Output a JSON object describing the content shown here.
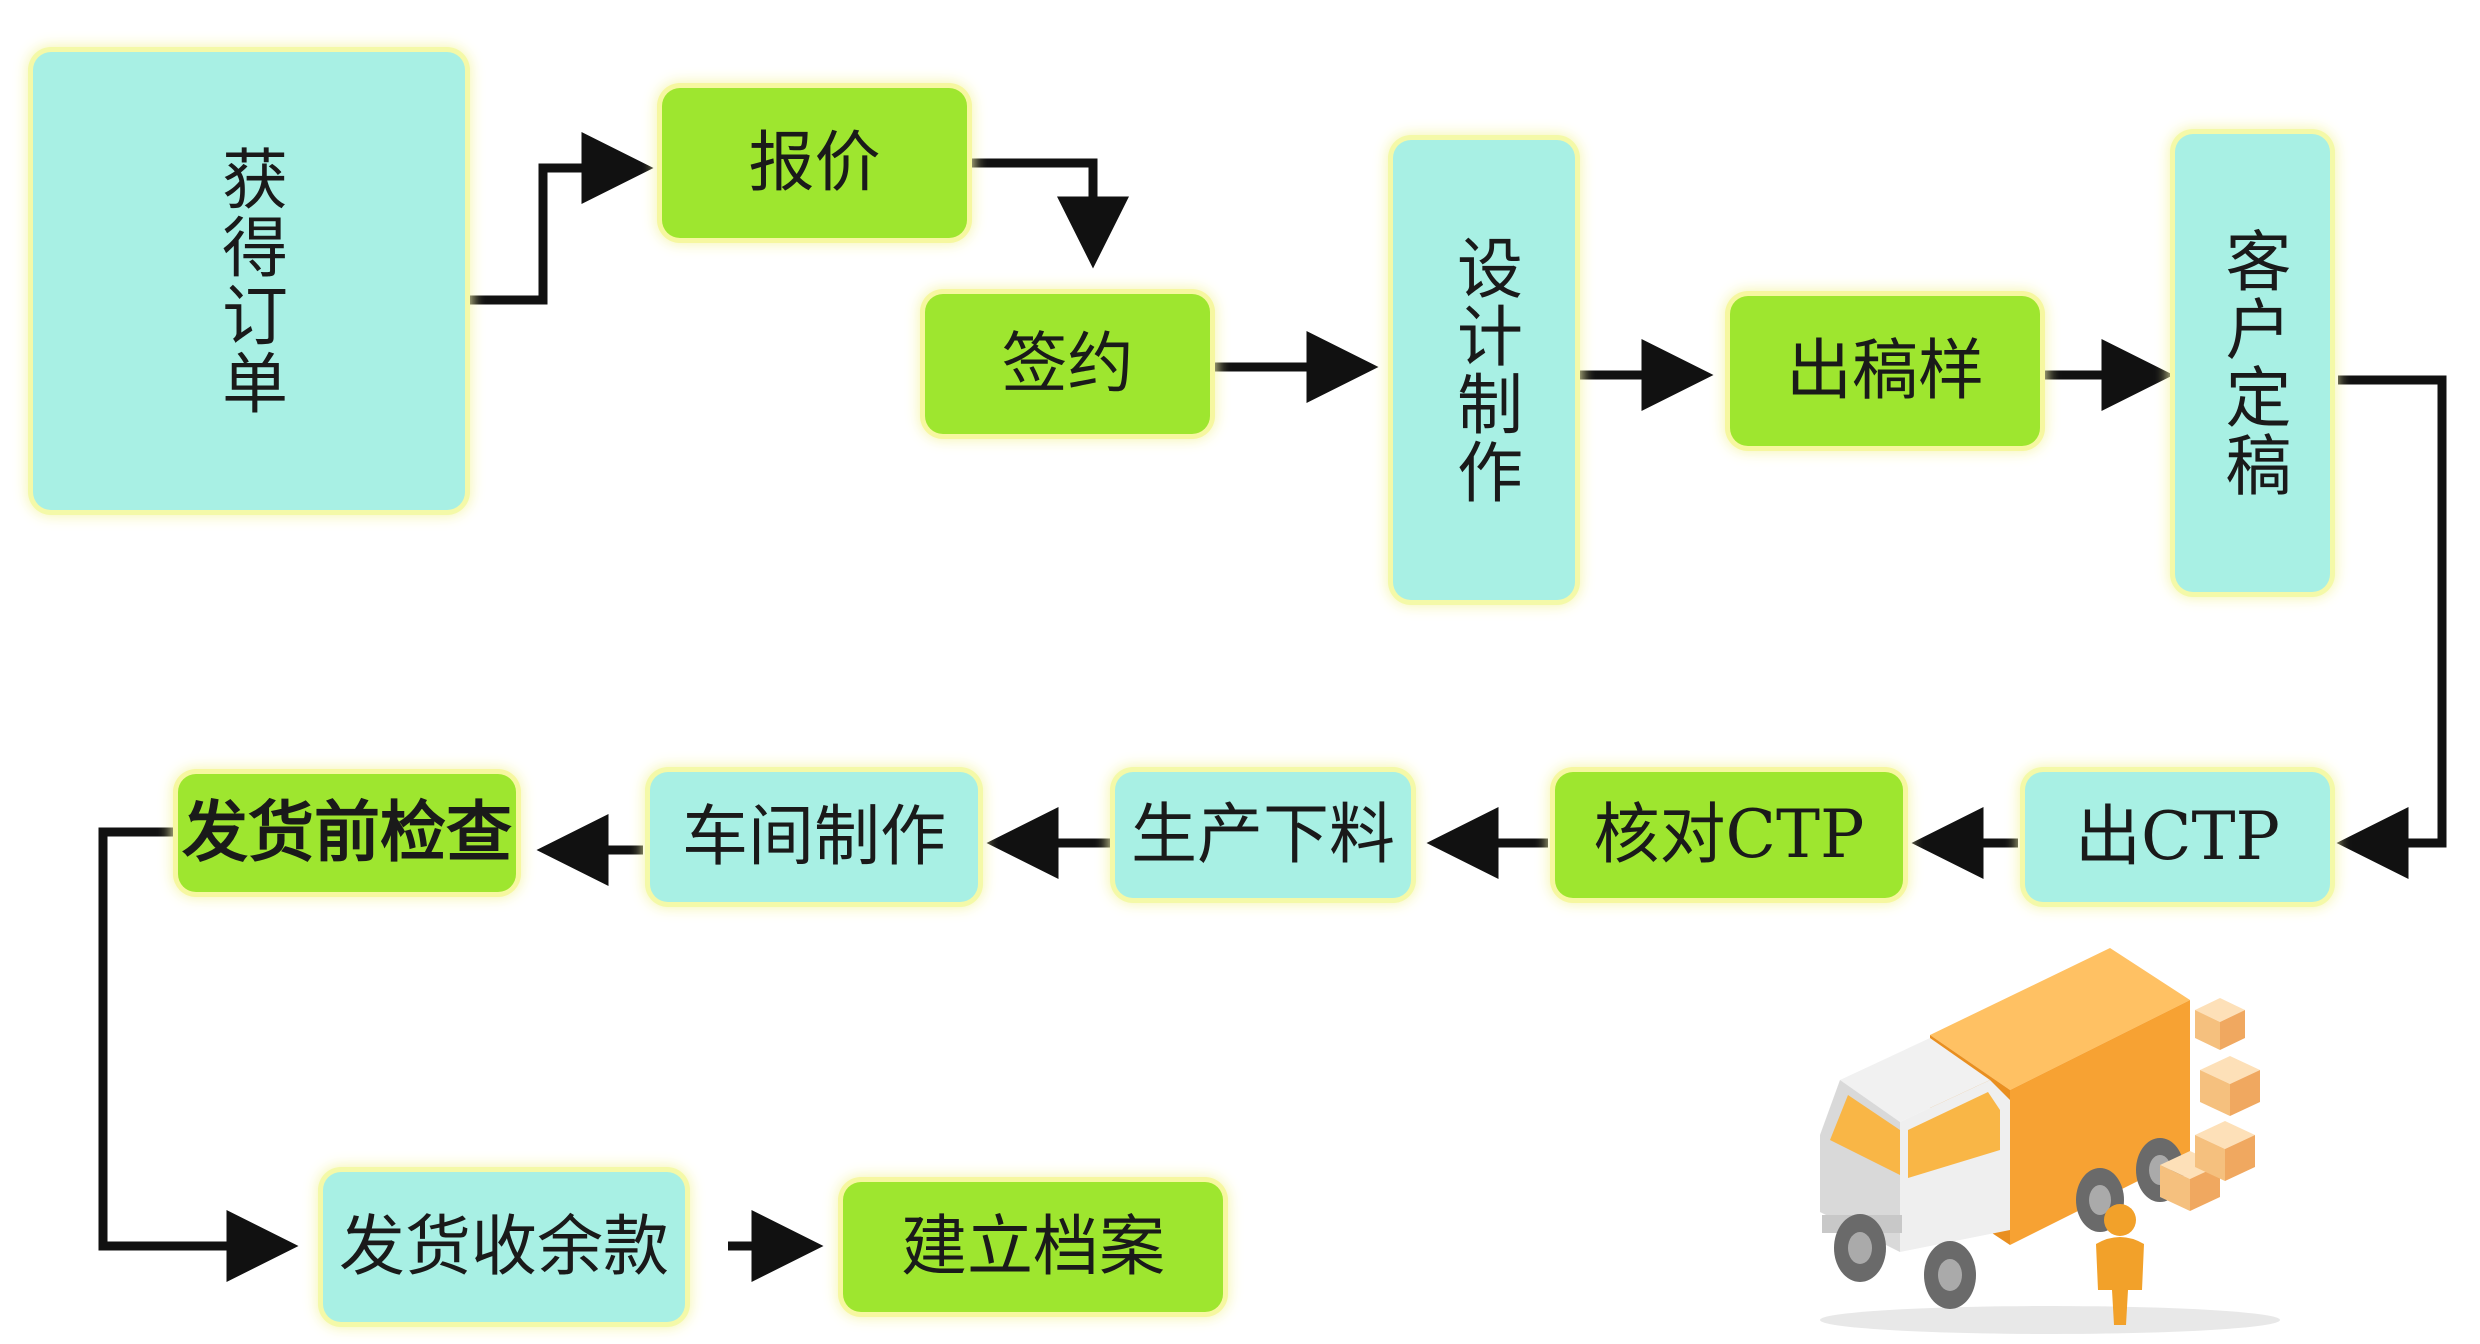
{
  "diagram": {
    "steps": {
      "get_order": "获得订单",
      "quote": "报价",
      "sign": "签约",
      "design": "设计制作",
      "draft": "出稿样",
      "approve": "客户定稿",
      "output_ctp": "出CTP",
      "check_ctp": "核对CTP",
      "material": "生产下料",
      "workshop": "车间制作",
      "inspect": "发货前检查",
      "ship_payment": "发货收余款",
      "archive": "建立档案"
    },
    "colors": {
      "cyan_box": "#a8f0e4",
      "green_box": "#9ee62f",
      "glow": "#f6f6b0",
      "arrow": "#111111",
      "truck_cargo": "#f7a233",
      "person": "#f2a12a"
    },
    "illustration": {
      "icon": "delivery-truck-icon"
    }
  }
}
